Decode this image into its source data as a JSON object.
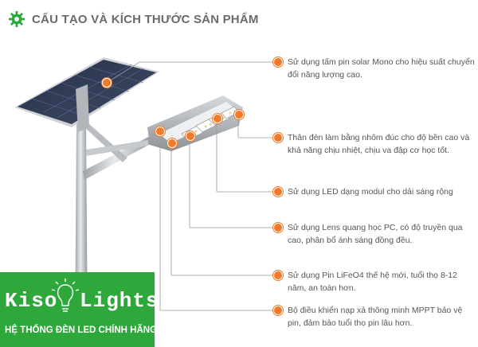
{
  "header": {
    "title": "CẤU TẠO VÀ KÍCH THƯỚC SẢN PHẨM",
    "icon": "gear-icon"
  },
  "colors": {
    "accent": "#f07a2a",
    "brand_green": "#2fa83b",
    "title_gray": "#6a6a6a"
  },
  "features": [
    {
      "text": "Sử dụng tấm pin solar Mono cho hiệu suất chuyển đổi năng lượng cao."
    },
    {
      "text": "Thân đèn làm bằng nhôm đúc cho độ bền cao và khả năng chịu nhiệt, chịu va đập cơ học tốt."
    },
    {
      "text": "Sử dụng LED dạng modul cho dải sáng rộng"
    },
    {
      "text": "Sử dụng Lens quang học PC, có độ truyền qua cao, phân bổ ánh sáng đồng đều."
    },
    {
      "text": "Sử dụng Pin LiFeO4 thế hệ mới, tuổi thọ 8-12 năm, an toàn hơn."
    },
    {
      "text": "Bộ điều khiển nạp xả thông minh MPPT bảo vệ pin, đảm bảo tuổi thọ pin lâu hơn."
    }
  ],
  "logo": {
    "word_left": "Kiso",
    "word_right": "Lights",
    "tagline": "HỆ THỐNG ĐÈN LED CHÍNH HÃNG"
  }
}
